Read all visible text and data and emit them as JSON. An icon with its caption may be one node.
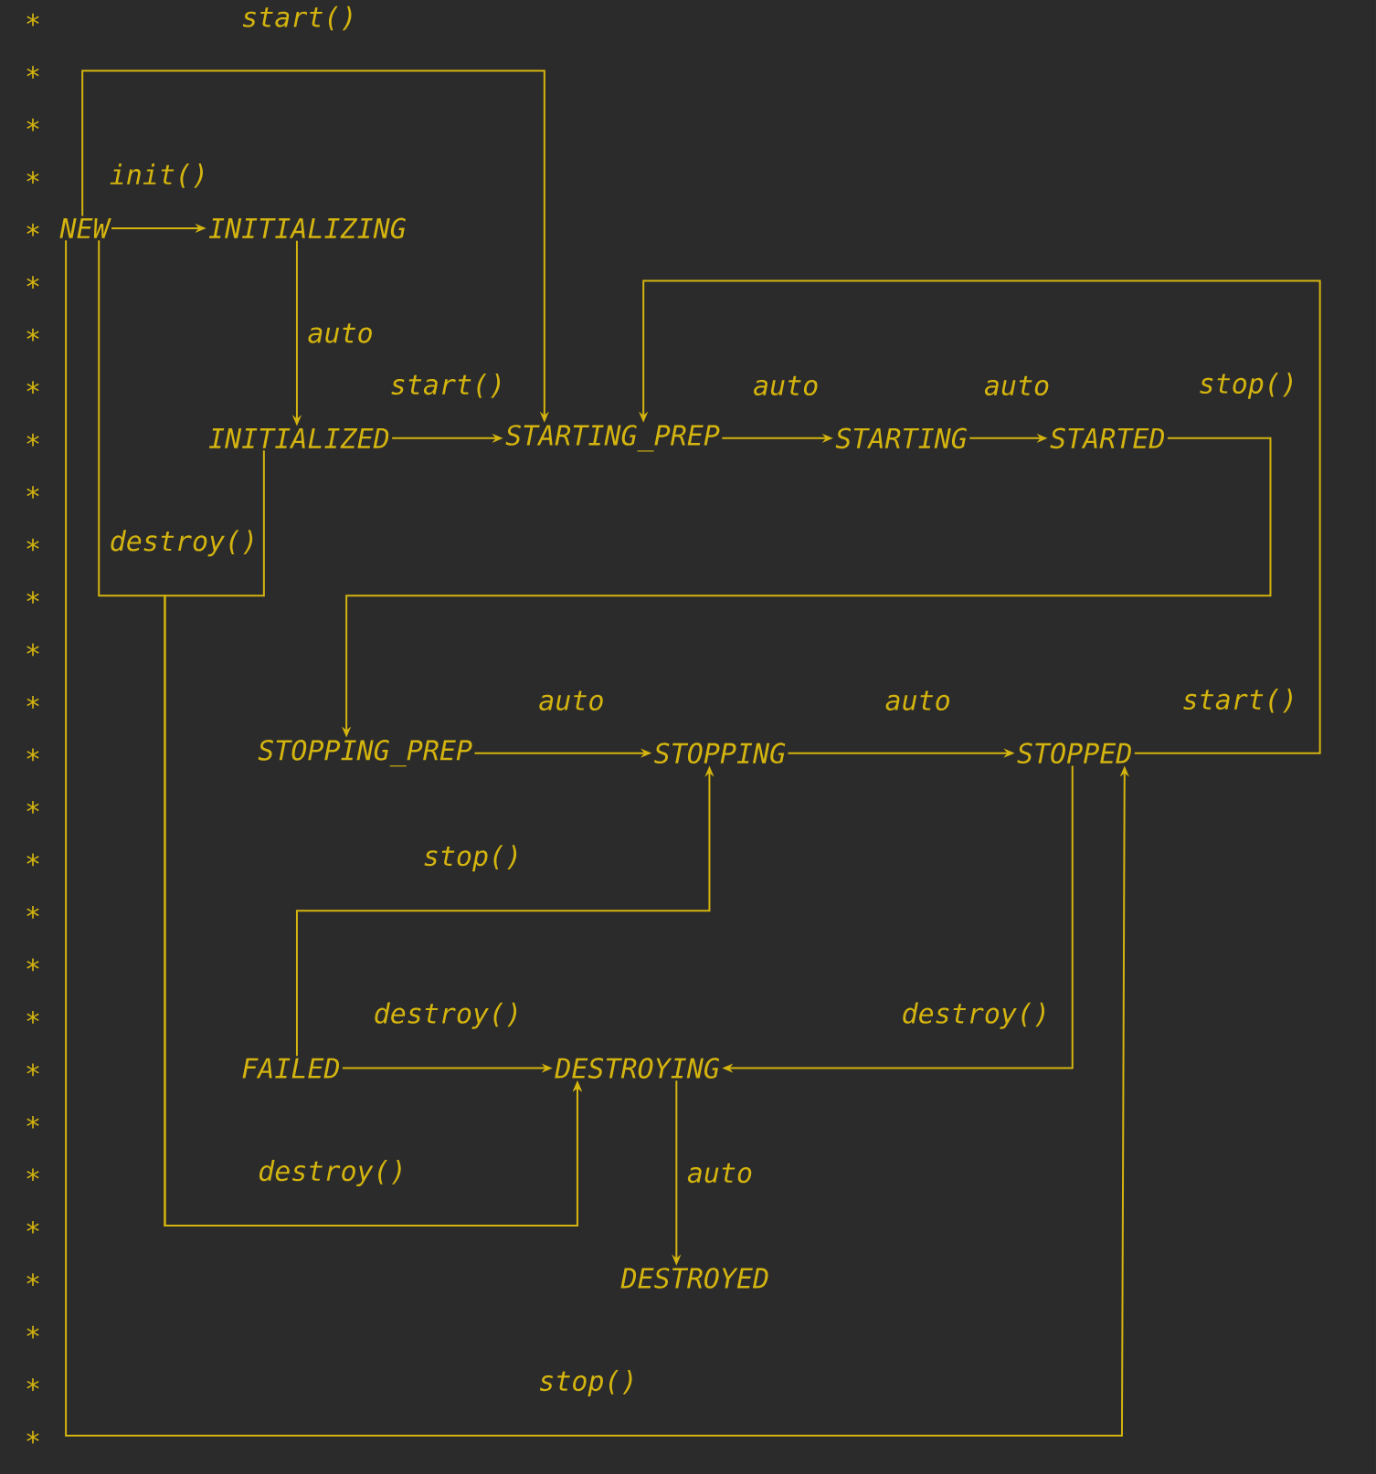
{
  "diagram": {
    "nodes": [
      {
        "text": [
          "NEW"
        ]
      },
      {
        "text": [
          "INITIALIZING"
        ]
      },
      {
        "text": [
          "INITIALIZED"
        ]
      },
      {
        "text": [
          "STARTING_PREP"
        ]
      },
      {
        "text": [
          "STARTING"
        ]
      },
      {
        "text": [
          "STARTED"
        ]
      },
      {
        "text": [
          "STOPPING_PREP"
        ]
      },
      {
        "text": [
          "STOPPING"
        ]
      },
      {
        "text": [
          "STOPPED"
        ]
      },
      {
        "text": [
          "FAILED"
        ]
      },
      {
        "text": [
          "DESTROYING"
        ]
      },
      {
        "text": [
          "DESTROYED"
        ]
      }
    ],
    "edges": [
      {
        "from": 0,
        "to": 1,
        "arrow": "to",
        "label": "init()"
      },
      {
        "from": 0,
        "to": 3,
        "arrow": "to",
        "label": "start()"
      },
      {
        "from": 1,
        "to": 2,
        "arrow": "to",
        "label": "auto"
      },
      {
        "from": 2,
        "to": 3,
        "arrow": "to",
        "label": "start()"
      },
      {
        "from": 3,
        "to": 4,
        "arrow": "to",
        "label": "auto"
      },
      {
        "from": 4,
        "to": 5,
        "arrow": "to",
        "label": "auto"
      },
      {
        "from": 5,
        "to": 6,
        "arrow": "to",
        "label": "stop()"
      },
      {
        "from": 8,
        "to": 3,
        "arrow": "to",
        "label": "start()"
      },
      {
        "from": 0,
        "to": 10,
        "arrow": "to",
        "label": "destroy()"
      },
      {
        "from": 2,
        "to": 10,
        "arrow": "to",
        "label": "destroy()"
      },
      {
        "from": 0,
        "to": 8,
        "arrow": "to",
        "label": "stop()"
      },
      {
        "from": 6,
        "to": 7,
        "arrow": "to",
        "label": "auto"
      },
      {
        "from": 7,
        "to": 8,
        "arrow": "to",
        "label": "auto"
      },
      {
        "from": 9,
        "to": 7,
        "arrow": "to",
        "label": "stop()"
      },
      {
        "from": 9,
        "to": 10,
        "arrow": "to",
        "label": "destroy()"
      },
      {
        "from": 8,
        "to": 10,
        "arrow": "to",
        "label": "destroy()"
      },
      {
        "from": 10,
        "to": 11,
        "arrow": "to",
        "label": "auto"
      }
    ],
    "labels": [
      "*",
      "*",
      "*",
      "*",
      "*",
      "*",
      "*",
      "*",
      "*",
      "*",
      "*",
      "*",
      "*",
      "*",
      "*",
      "*",
      "*",
      "*",
      "*",
      "*",
      "*",
      "*",
      "*",
      "*",
      "*",
      "*",
      "*",
      "*"
    ]
  }
}
